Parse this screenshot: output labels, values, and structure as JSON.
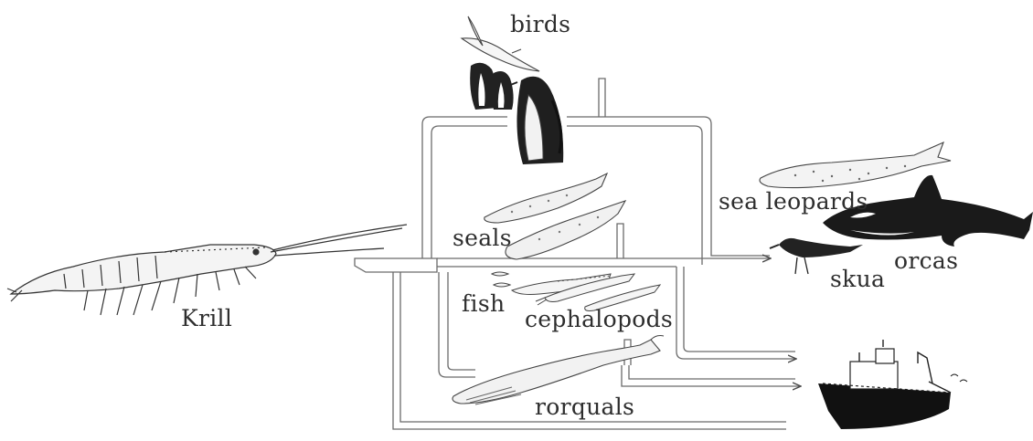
{
  "labels": {
    "birds": "birds",
    "sea_leopards": "sea leopards",
    "seals": "seals",
    "orcas": "orcas",
    "skua": "skua",
    "fish": "fish",
    "cephalopods": "cephalopods",
    "krill": "Krill",
    "rorquals": "rorquals"
  },
  "icons": [
    "krill-icon",
    "albatross-icon",
    "penguin-icon",
    "sea-leopard-icon",
    "seal-icon",
    "orca-icon",
    "skua-icon",
    "fish-icon",
    "squid-icon",
    "whale-icon",
    "ship-icon"
  ],
  "colors": {
    "ink": "#2e2e2e",
    "pipe": "#6b6b6b",
    "background": "#ffffff"
  }
}
